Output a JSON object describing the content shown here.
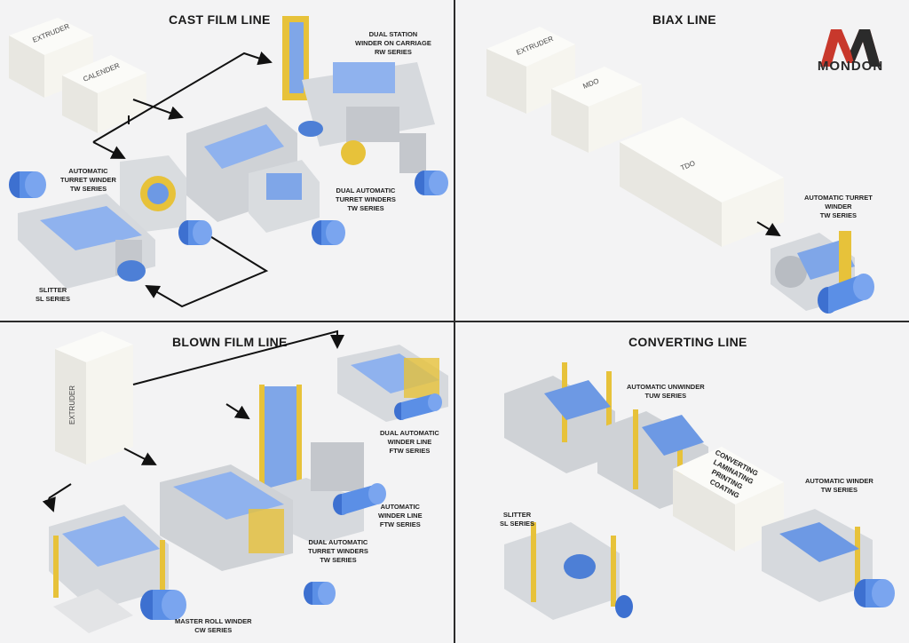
{
  "quadrants": {
    "cast": {
      "title": "CAST FILM LINE",
      "extruder": "EXTRUDER",
      "calender": "CALENDER",
      "dual_station": [
        "DUAL STATION",
        "WINDER ON CARRIAGE",
        "RW SERIES"
      ],
      "auto_turret": [
        "AUTOMATIC",
        "TURRET WINDER",
        "TW SERIES"
      ],
      "dual_auto_turret": [
        "DUAL AUTOMATIC",
        "TURRET WINDERS",
        "TW SERIES"
      ],
      "slitter": [
        "SLITTER",
        "SL SERIES"
      ]
    },
    "biax": {
      "title": "BIAX LINE",
      "extruder": "EXTRUDER",
      "mdo": "MDO",
      "tdo": "TDO",
      "auto_turret": [
        "AUTOMATIC TURRET",
        "WINDER",
        "TW SERIES"
      ]
    },
    "blown": {
      "title": "BLOWN FILM LINE",
      "extruder": "EXTRUDER",
      "dual_auto_winder": [
        "DUAL AUTOMATIC",
        "WINDER LINE",
        "FTW SERIES"
      ],
      "auto_winder_line": [
        "AUTOMATIC",
        "WINDER LINE",
        "FTW SERIES"
      ],
      "dual_auto_turret": [
        "DUAL AUTOMATIC",
        "TURRET WINDERS",
        "TW SERIES"
      ],
      "master_roll": [
        "MASTER ROLL WINDER",
        "CW SERIES"
      ]
    },
    "converting": {
      "title": "CONVERTING LINE",
      "unwinder": [
        "AUTOMATIC UNWINDER",
        "TUW SERIES"
      ],
      "process": [
        "CONVERTING",
        "LAMINATING",
        "PRINTING",
        "COATING"
      ],
      "auto_winder": [
        "AUTOMATIC WINDER",
        "TW SERIES"
      ],
      "slitter": [
        "SLITTER",
        "SL SERIES"
      ]
    }
  },
  "logo": {
    "text": "MONDON"
  },
  "colors": {
    "machine_yellow": "#e7c23a",
    "roll_blue": "#5b8fe6",
    "frame_grey": "#cfd2d6",
    "box": "#f7f6f0",
    "arrow": "#111111"
  }
}
